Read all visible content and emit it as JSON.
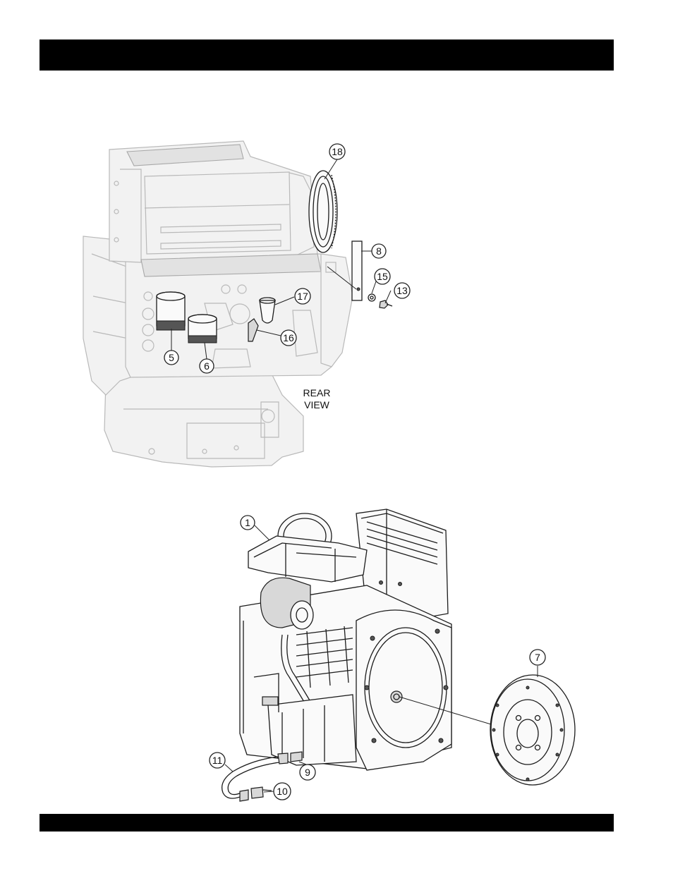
{
  "header": {
    "title": ""
  },
  "footer": {
    "text": ""
  },
  "rear_view": {
    "label_line1": "REAR",
    "label_line2": "VIEW"
  },
  "callouts": {
    "c1": "1",
    "c5": "5",
    "c6": "6",
    "c7": "7",
    "c8": "8",
    "c9": "9",
    "c10": "10",
    "c11": "11",
    "c13": "13",
    "c15": "15",
    "c16": "16",
    "c17": "17",
    "c18": "18"
  }
}
